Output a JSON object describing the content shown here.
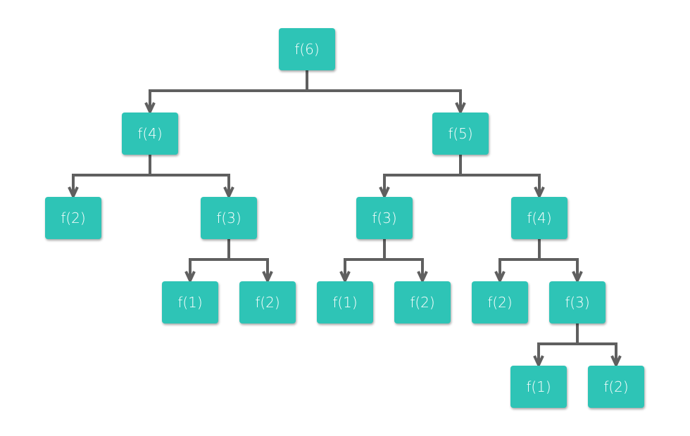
{
  "colors": {
    "node": "#2ec4b6",
    "node_text": "#ffffff",
    "edge": "#5f5f5f"
  },
  "tree": {
    "label": "f(6)",
    "children": [
      {
        "label": "f(4)",
        "children": [
          {
            "label": "f(2)"
          },
          {
            "label": "f(3)",
            "children": [
              {
                "label": "f(1)"
              },
              {
                "label": "f(2)"
              }
            ]
          }
        ]
      },
      {
        "label": "f(5)",
        "children": [
          {
            "label": "f(3)",
            "children": [
              {
                "label": "f(1)"
              },
              {
                "label": "f(2)"
              }
            ]
          },
          {
            "label": "f(4)",
            "children": [
              {
                "label": "f(2)"
              },
              {
                "label": "f(3)",
                "children": [
                  {
                    "label": "f(1)"
                  },
                  {
                    "label": "f(2)"
                  }
                ]
              }
            ]
          }
        ]
      }
    ]
  }
}
